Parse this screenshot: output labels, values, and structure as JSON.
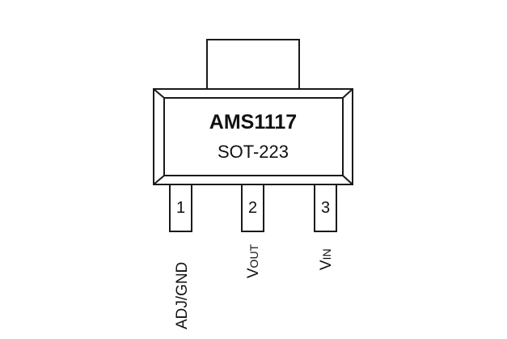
{
  "package": {
    "part_number": "AMS1117",
    "package_name": "SOT-223"
  },
  "pins": [
    {
      "number": "1",
      "label_main": "ADJ/GND",
      "label_sub": ""
    },
    {
      "number": "2",
      "label_main": "V",
      "label_sub": "OUT"
    },
    {
      "number": "3",
      "label_main": "V",
      "label_sub": "IN"
    }
  ],
  "colors": {
    "line": "#1a1a1a",
    "background": "#ffffff"
  }
}
